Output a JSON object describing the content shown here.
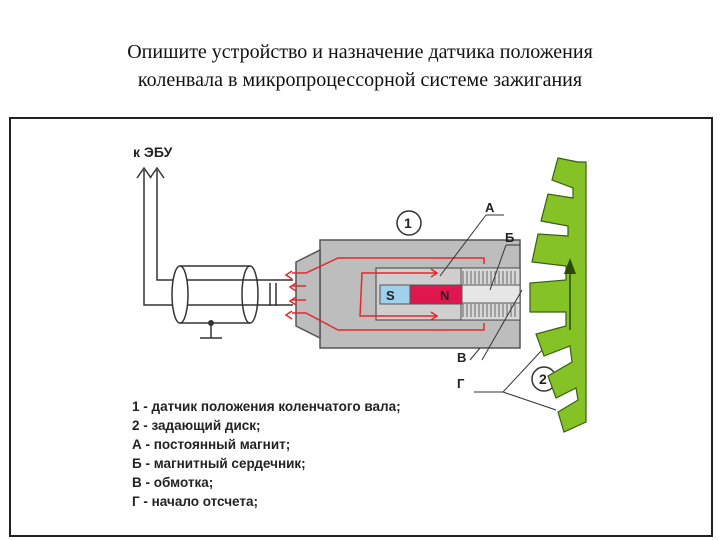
{
  "title": {
    "line1": "Опишите устройство и назначение датчика положения",
    "line2": "коленвала в микропроцессорной системе зажигания"
  },
  "diagram": {
    "ecu_label": "к ЭБУ",
    "callout_1": "1",
    "callout_2": "2",
    "label_a": "А",
    "label_b": "Б",
    "label_v": "В",
    "label_g": "Г",
    "magnet_s": "S",
    "magnet_n": "N",
    "colors": {
      "sensor_body": "#bdbdbd",
      "magnetic_field": "#e8262b",
      "magnet_south": "#9fd0ec",
      "magnet_north": "#e0174f",
      "gear": "#84c225"
    }
  },
  "legend": [
    "1 - датчик положения коленчатого вала;",
    "2 - задающий диск;",
    "А - постоянный магнит;",
    "Б - магнитный сердечник;",
    "В - обмотка;",
    "Г - начало отсчета;"
  ]
}
